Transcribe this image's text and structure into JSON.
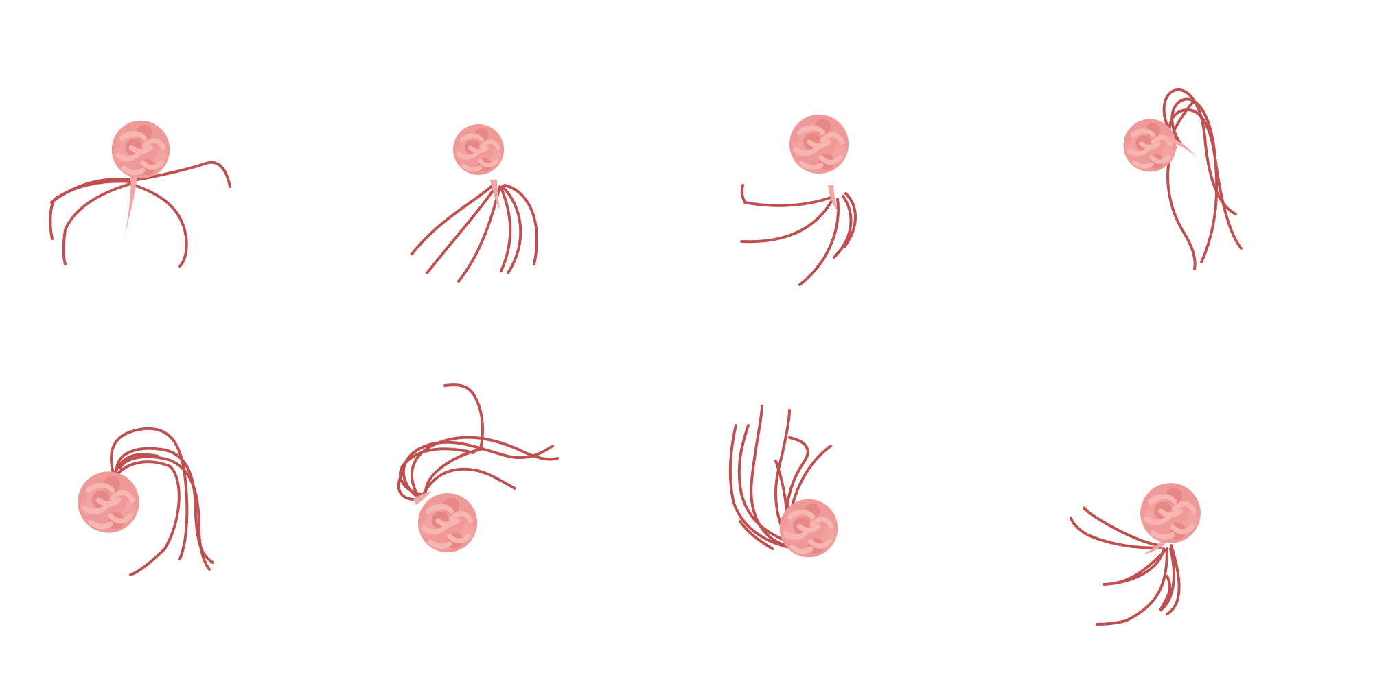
{
  "sprite_sheet": {
    "rows": 2,
    "columns": 4,
    "frame_count": 8,
    "subject": "brain-with-tentacles",
    "colors": {
      "background": "#ffffff",
      "brain_outer": "#ef9a98",
      "brain_mid": "#f2a3a1",
      "brain_highlight": "#f7b6b2",
      "brain_shadow": "#e88886",
      "tentacle": "#c0504f",
      "stem": "#f5a7a5"
    },
    "frames": [
      {
        "id": 1,
        "pose": "tentacles-spread-down-sides"
      },
      {
        "id": 2,
        "pose": "tentacles-trailing-down-left"
      },
      {
        "id": 3,
        "pose": "tentacles-sweeping-left"
      },
      {
        "id": 4,
        "pose": "tentacles-arched-over-right"
      },
      {
        "id": 5,
        "pose": "tentacles-arched-over-top"
      },
      {
        "id": 6,
        "pose": "tentacles-flung-up-right"
      },
      {
        "id": 7,
        "pose": "tentacles-raised-left"
      },
      {
        "id": 8,
        "pose": "tentacles-curled-down-left"
      }
    ]
  }
}
